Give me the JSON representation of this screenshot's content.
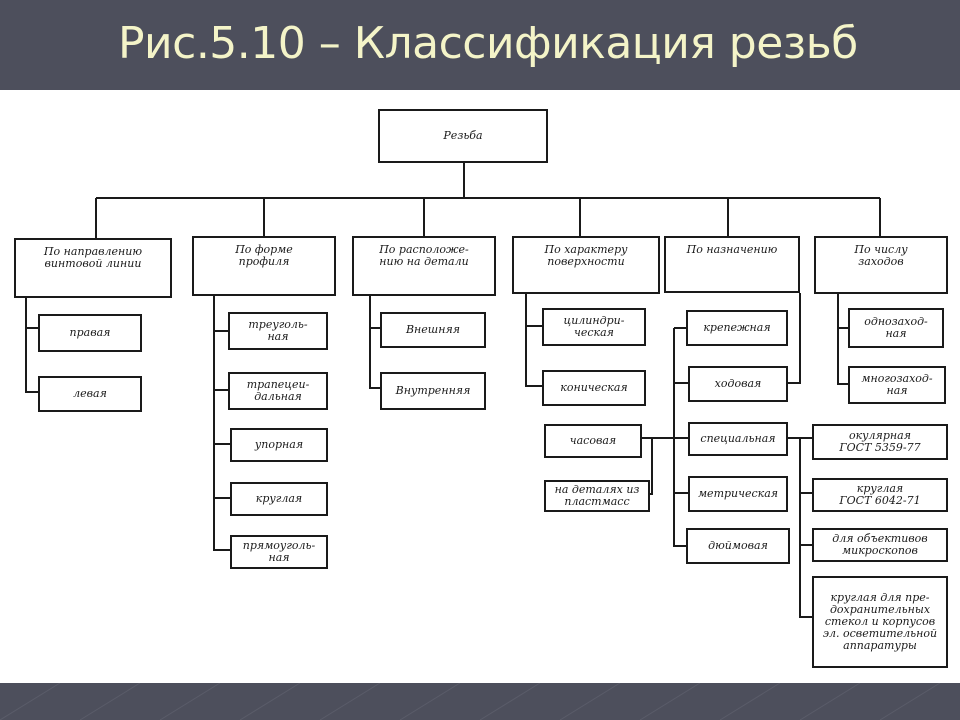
{
  "slide": {
    "title": "Рис.5.10 – Классификация резьб"
  },
  "diagram": {
    "root": "Резьба",
    "categories": [
      "По направлению\nвинтовой линии",
      "По форме\nпрофиля",
      "По расположе-\nнию на детали",
      "По характеру\nповерхности",
      "По назначению",
      "По числу\nзаходов"
    ],
    "direction": [
      "правая",
      "левая"
    ],
    "profile": [
      "треуголь-\nная",
      "трапецеи-\nдальная",
      "упорная",
      "круглая",
      "прямоуголь-\nная"
    ],
    "location": [
      "Внешняя",
      "Внутренняя"
    ],
    "surface": [
      "цилиндри-\nческая",
      "коническая"
    ],
    "surface_extra": [
      "часовая",
      "на деталях из\nпластмасс"
    ],
    "purpose": [
      "крепежная",
      "ходовая",
      "специальная",
      "метрическая",
      "дюймовая"
    ],
    "starts": [
      "однозаход-\nная",
      "многозаход-\nная"
    ],
    "special": [
      "окулярная\nГОСТ 5359-77",
      "круглая\nГОСТ 6042-71",
      "для объективов\nмикроскопов",
      "круглая для пре-\nдохранительных\nстекол и корпусов\nэл. осветительной\nаппаратуры"
    ]
  }
}
